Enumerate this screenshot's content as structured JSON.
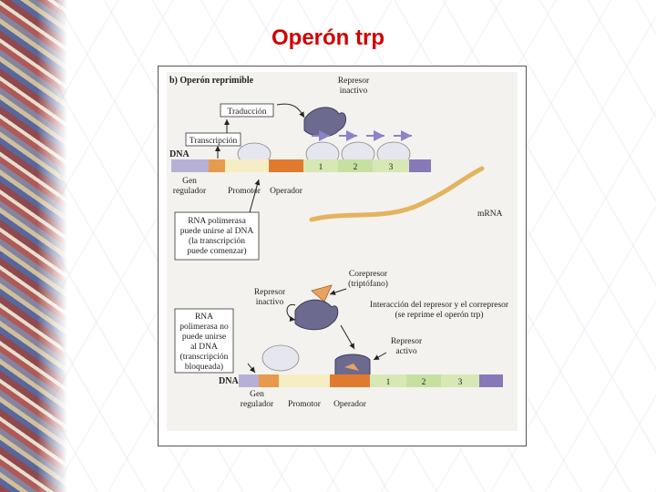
{
  "slide": {
    "title": "Operón trp"
  },
  "diagram": {
    "part_b": {
      "heading": "b) Operón reprimible",
      "repressor_inactive": [
        "Represor",
        "inactivo"
      ],
      "translation": "Traducción",
      "transcription": "Transcripción",
      "dna": "DNA",
      "gene_regulator": [
        "Gen",
        "regulador"
      ],
      "promoter": "Promotor",
      "operator": "Operador",
      "genes": [
        "1",
        "2",
        "3"
      ],
      "mrna": "mRNA",
      "rna_pol_note": [
        "RNA polimerasa",
        "puede unirse al DNA",
        "(la transcripción",
        "puede comenzar)"
      ]
    },
    "part_c": {
      "corepressor": [
        "Corepresor",
        "(triptófano)"
      ],
      "repressor_inactive": [
        "Represor",
        "inactivo"
      ],
      "interaction": [
        "Interacción del represor y el correpresor",
        "(se reprime el operón trp)"
      ],
      "rna_pol_note": [
        "RNA",
        "polimerasa no",
        "puede unirse",
        "al DNA",
        "(transcripción",
        "bloqueada)"
      ],
      "repressor_active": [
        "Represor",
        "activo"
      ],
      "dna": "DNA",
      "gene_regulator": [
        "Gen",
        "regulador"
      ],
      "promoter": "Promotor",
      "operator": "Operador",
      "genes": [
        "1",
        "2",
        "3"
      ]
    }
  }
}
